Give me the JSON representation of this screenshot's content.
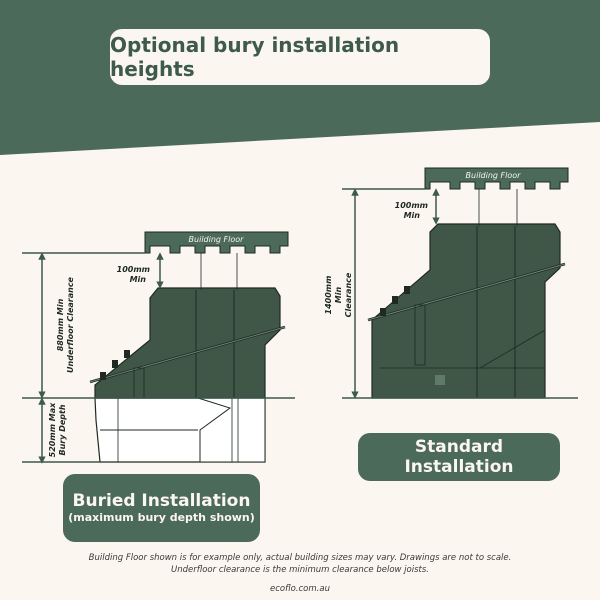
{
  "title": "Optional bury installation heights",
  "colors": {
    "brand_green": "#4b6a59",
    "cream": "#fbf6ef",
    "tank": "#405646",
    "ink": "#1f2a22"
  },
  "buried": {
    "floor_label": "Building Floor",
    "gap_label_1": "100mm",
    "gap_label_2": "Min",
    "clearance_label_1": "880mm Min",
    "clearance_label_2": "Underfloor Clearance",
    "bury_label_1": "520mm Max",
    "bury_label_2": "Bury Depth",
    "caption_1": "Buried Installation",
    "caption_2": "(maximum bury depth shown)"
  },
  "standard": {
    "floor_label": "Building Floor",
    "gap_label_1": "100mm",
    "gap_label_2": "Min",
    "clearance_label_1": "1400mm",
    "clearance_label_2": "Min",
    "clearance_label_3": "Clearance",
    "caption": "Standard Installation"
  },
  "footnote_1": "Building Floor shown is for example only, actual building sizes may vary. Drawings are not to scale.",
  "footnote_2": "Underfloor clearance is the minimum clearance below joists.",
  "website": "ecoflo.com.au"
}
